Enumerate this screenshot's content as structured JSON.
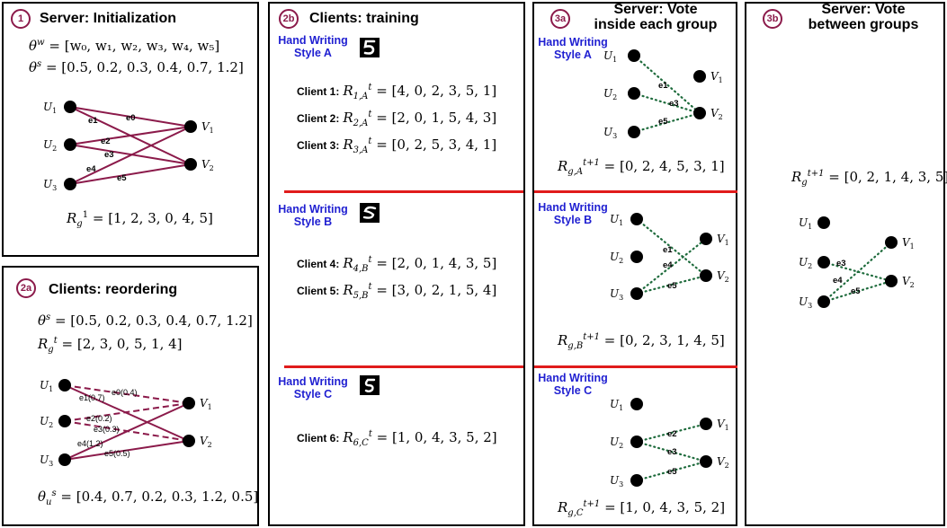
{
  "colors": {
    "edge": "#8b1a4a",
    "vote": "#1e6b3c",
    "style_text": "#1f1fd1",
    "divider": "#e01b1b",
    "badge": "#8b1a4a"
  },
  "panel1": {
    "badge": "1",
    "title": "Server: Initialization",
    "theta_w_lhs": "θ",
    "theta_w_sup": "w",
    "theta_w_rhs": "= [w₀, w₁, w₂, w₃, w₄, w₅]",
    "theta_s_lhs": "θ",
    "theta_s_sup": "s",
    "theta_s_rhs": "= [0.5, 0.2, 0.3, 0.4, 0.7, 1.2]",
    "rg_lhs": "R",
    "rg_sub": "g",
    "rg_sup": "1",
    "rg_rhs": "= [1, 2, 3, 0, 4, 5]"
  },
  "panel2a": {
    "badge": "2a",
    "title": "Clients: reordering",
    "theta_s_lhs": "θ",
    "theta_s_sup": "s",
    "theta_s_rhs": "= [0.5, 0.2, 0.3, 0.4, 0.7, 1.2]",
    "rg_lhs": "R",
    "rg_sub": "g",
    "rg_sup": "t",
    "rg_rhs": "= [2, 3, 0, 5, 1, 4]",
    "theta_u_lhs": "θ",
    "theta_u_sub": "u",
    "theta_u_sup": "s",
    "theta_u_rhs": "= [0.4, 0.7, 0.2, 0.3, 1.2, 0.5]"
  },
  "panel2b": {
    "badge": "2b",
    "title": "Clients: training",
    "styles": [
      {
        "label": "Hand Writing\nStyle A",
        "glyph": "5"
      },
      {
        "label": "Hand Writing\nStyle B",
        "glyph": "5"
      },
      {
        "label": "Hand Writing\nStyle C",
        "glyph": "5"
      }
    ],
    "clients": [
      {
        "label": "Client 1:",
        "sub": "1,A",
        "rhs": "= [4, 0, 2, 3, 5, 1]"
      },
      {
        "label": "Client 2:",
        "sub": "2,A",
        "rhs": "= [2, 0, 1, 5, 4, 3]"
      },
      {
        "label": "Client 3:",
        "sub": "3,A",
        "rhs": "= [0, 2, 5, 3, 4, 1]"
      },
      {
        "label": "Client 4:",
        "sub": "4,B",
        "rhs": "= [2, 0, 1, 4, 3, 5]"
      },
      {
        "label": "Client 5:",
        "sub": "5,B",
        "rhs": "= [3, 0, 2, 1, 5, 4]"
      },
      {
        "label": "Client 6:",
        "sub": "6,C",
        "rhs": "= [1, 0, 4, 3, 5, 2]"
      }
    ],
    "r_symbol": "R",
    "r_sup": "t"
  },
  "panel3a": {
    "badge": "3a",
    "title_line1": "Server: Vote",
    "title_line2": "inside each group",
    "styles": [
      {
        "label": "Hand Writing\nStyle A"
      },
      {
        "label": "Hand Writing\nStyle B"
      },
      {
        "label": "Hand Writing\nStyle C"
      }
    ],
    "results": [
      {
        "sub": "g,A",
        "rhs": "= [0, 2, 4, 5, 3, 1]"
      },
      {
        "sub": "g,B",
        "rhs": "= [0, 2, 3, 1, 4, 5]"
      },
      {
        "sub": "g,C",
        "rhs": "= [1, 0, 4, 3, 5, 2]"
      }
    ],
    "r_symbol": "R",
    "r_sup": "t+1"
  },
  "panel3b": {
    "badge": "3b",
    "title_line1": "Server: Vote",
    "title_line2": "between groups",
    "rg_lhs": "R",
    "rg_sub": "g",
    "rg_sup": "t+1",
    "rg_rhs": "= [0, 2, 1, 4, 3, 5]"
  },
  "graph_labels": {
    "U1": "U",
    "U2": "U",
    "U3": "U",
    "V1": "V",
    "V2": "V",
    "s1": "1",
    "s2": "2",
    "s3": "3",
    "e0": "e0",
    "e1": "e1",
    "e2": "e2",
    "e3": "e3",
    "e4": "e4",
    "e5": "e5",
    "e0w": "e0(0.4)",
    "e1w": "e1(0.7)",
    "e2w": "e2(0.2)",
    "e3w": "e3(0.3)",
    "e4w": "e4(1.2)",
    "e5w": "e5(0.5)"
  }
}
